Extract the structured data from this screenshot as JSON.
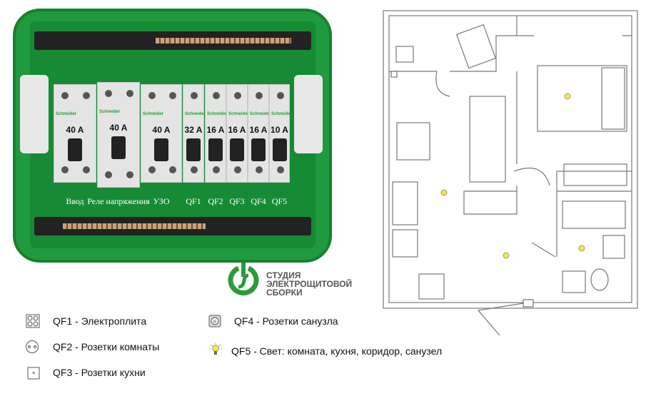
{
  "panel": {
    "breakers": [
      {
        "id": "vvod",
        "rating": "40 A",
        "label": "Ввод"
      },
      {
        "id": "rele",
        "rating": "40 A",
        "label": "Реле напряжения"
      },
      {
        "id": "uzo",
        "rating": "40 A",
        "label": "УЗО"
      },
      {
        "id": "qf1",
        "rating": "32 A",
        "label": "QF1"
      },
      {
        "id": "qf2",
        "rating": "16 A",
        "label": "QF2"
      },
      {
        "id": "qf3",
        "rating": "16 A",
        "label": "QF3"
      },
      {
        "id": "qf4",
        "rating": "16 A",
        "label": "QF4"
      },
      {
        "id": "qf5",
        "rating": "10 A",
        "label": "QF5"
      }
    ],
    "brand": "Schneider",
    "colors": {
      "enclosure": "#1f9a3e",
      "breaker": "#e4e4e4"
    }
  },
  "logo": {
    "line1": "СТУДИЯ",
    "line2": "ЭЛЕКТРОЩИТОВОЙ",
    "line3": "СБОРКИ"
  },
  "legend": [
    {
      "icon": "stove-icon",
      "text": "QF1 - Электроплита"
    },
    {
      "icon": "socket-icon",
      "text": "QF2 - Розетки комнаты"
    },
    {
      "icon": "kitchen-socket-icon",
      "text": "QF3 - Розетки кухни"
    },
    {
      "icon": "bathroom-socket-icon",
      "text": "QF4 - Розетки санузла"
    },
    {
      "icon": "lightbulb-icon",
      "text": "QF5  - Свет: комната, кухня, коридор, санузел"
    }
  ]
}
